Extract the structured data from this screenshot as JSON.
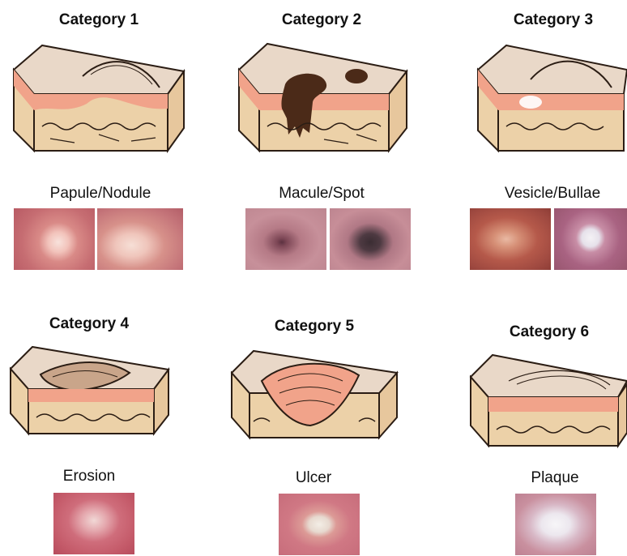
{
  "categories": [
    {
      "title": "Category 1",
      "label": "Papule/Nodule"
    },
    {
      "title": "Category 2",
      "label": "Macule/Spot"
    },
    {
      "title": "Category 3",
      "label": "Vesicle/Bullae"
    },
    {
      "title": "Category 4",
      "label": "Erosion"
    },
    {
      "title": "Category 5",
      "label": "Ulcer"
    },
    {
      "title": "Category 6",
      "label": "Plaque"
    }
  ],
  "colors": {
    "epidermis_top": "#e9d8c8",
    "epidermis_layer": "#f1a38a",
    "dermis": "#ecd1a8",
    "outline": "#2b1d14",
    "pigment": "#4b2a18"
  }
}
